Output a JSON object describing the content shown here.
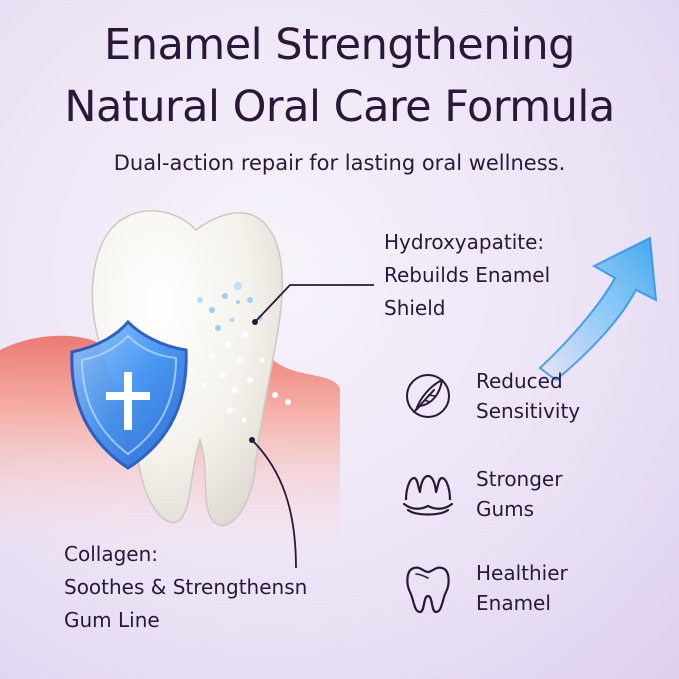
{
  "title": {
    "line1": "Enamel Strengthening",
    "line2": "Natural Oral Care Formula"
  },
  "subtitle": "Dual-action repair for lasting oral wellness.",
  "callouts": {
    "hydroxyapatite": {
      "line1": "Hydroxyapatite:",
      "line2": "Rebuilds Enamel",
      "line3": "Shield"
    },
    "collagen": {
      "line1": "Collagen:",
      "line2": "Soothes & Strengthensn",
      "line3": "Gum Line"
    }
  },
  "benefits": [
    {
      "icon": "feather-icon",
      "line1": "Reduced",
      "line2": "Sensitivity"
    },
    {
      "icon": "gums-icon",
      "line1": "Stronger",
      "line2": "Gums"
    },
    {
      "icon": "tooth-icon",
      "line1": "Healthier",
      "line2": "Enamel"
    }
  ],
  "colors": {
    "text": "#2b1838",
    "shield": "#3a8ff0",
    "arrow": "#5cb8f5",
    "gum": "#f08a80",
    "background": "#ece4f6"
  }
}
